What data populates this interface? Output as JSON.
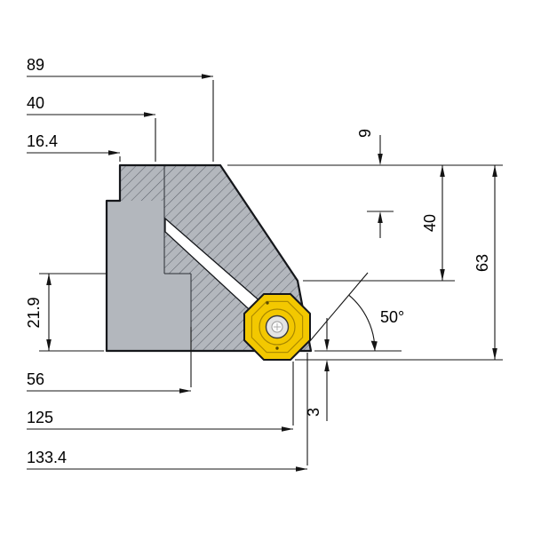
{
  "colors": {
    "background": "#ffffff",
    "body_gray": "#b3b7bd",
    "hatch_gray": "#5d626b",
    "outline": "#15171b",
    "insert_yellow": "#f3c800",
    "screw_gray": "#e4e4e4",
    "slot_white": "#ffffff",
    "dimension_black": "#141414"
  },
  "dimensions": {
    "h89": {
      "label": "89"
    },
    "h40": {
      "label": "40"
    },
    "h16_4": {
      "label": "16.4"
    },
    "h56": {
      "label": "56"
    },
    "h125": {
      "label": "125"
    },
    "h133_4": {
      "label": "133.4"
    },
    "v9": {
      "label": "9"
    },
    "v40": {
      "label": "40"
    },
    "v63": {
      "label": "63"
    },
    "v21_9": {
      "label": "21.9"
    },
    "v3": {
      "label": "3"
    },
    "angle50": {
      "label": "50°"
    }
  }
}
